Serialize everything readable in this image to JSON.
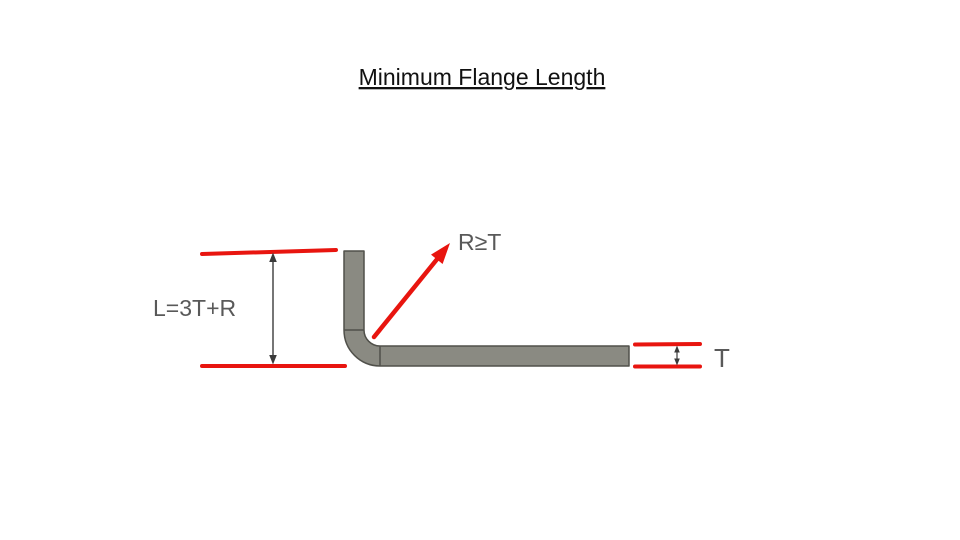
{
  "title": "Minimum Flange Length",
  "labels": {
    "flange_length": "L=3T+R",
    "bend_radius": "R≥T",
    "thickness": "T"
  },
  "colors": {
    "background": "#ffffff",
    "title_text": "#111111",
    "label_text": "#595959",
    "dimension_red": "#e8150f",
    "dimension_arrow": "#3b3b3b",
    "part_fill": "#8a8a82",
    "part_stroke": "#50504a"
  }
}
